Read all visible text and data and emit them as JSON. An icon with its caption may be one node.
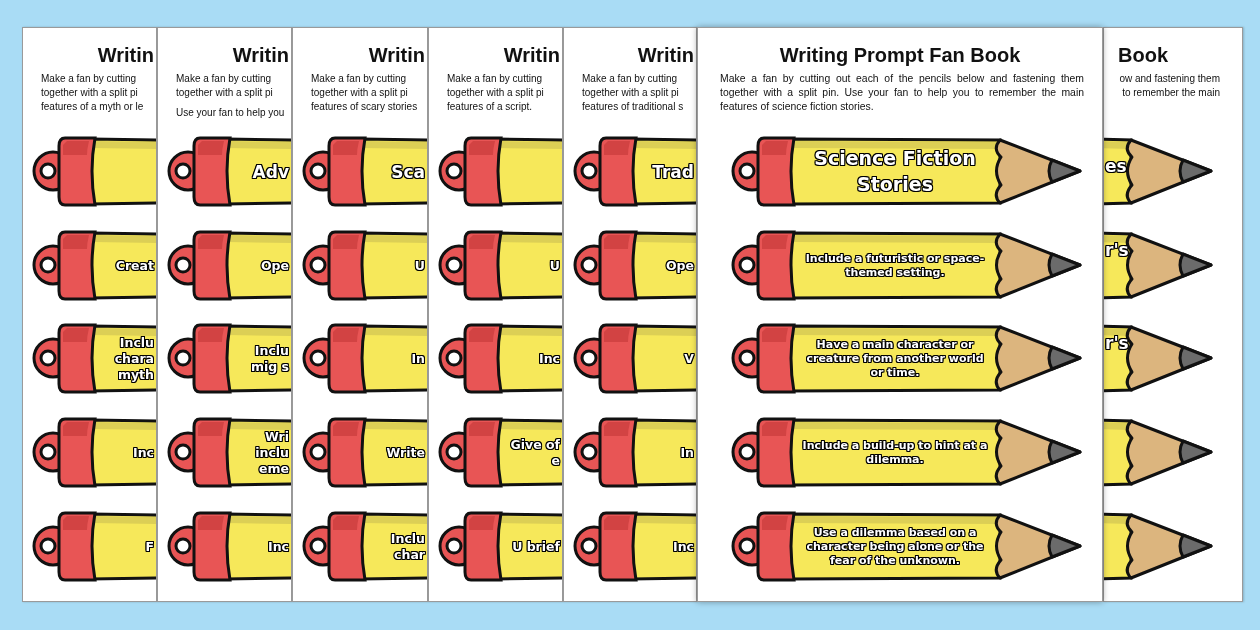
{
  "diagram": {
    "nodes": [
      {
        "text": [
          "Writin",
          "Make a fan by cutting together with a split pi features of a myth or le"
        ]
      },
      {
        "text": [],
        "shape": "pencil",
        "in": 0
      },
      {
        "text": [
          "Creat"
        ],
        "in": 0
      },
      {
        "text": [
          "Inclu chara myth"
        ],
        "in": 0
      },
      {
        "text": [
          "Inc"
        ],
        "in": 0
      },
      {
        "text": [
          "F"
        ],
        "in": 0
      },
      {
        "text": [
          "Writin",
          "Make a fan by cutting together with a split pi",
          "Use your fan to help you"
        ]
      },
      {
        "text": [
          "Adv"
        ],
        "in": 6
      },
      {
        "text": [
          "Ope"
        ],
        "in": 6
      },
      {
        "text": [
          "Inclu mig s"
        ],
        "in": 6
      },
      {
        "text": [
          "Wri inclu eme"
        ],
        "in": 6
      },
      {
        "text": [
          "Inc"
        ],
        "in": 6
      },
      {
        "text": [
          "Writin",
          "Make a fan by cutting together with a split pi features of scary stories"
        ]
      },
      {
        "text": [
          "Sca"
        ],
        "in": 12
      },
      {
        "text": [
          "U"
        ],
        "in": 12
      },
      {
        "text": [
          "In"
        ],
        "in": 12
      },
      {
        "text": [
          "Write"
        ],
        "in": 12
      },
      {
        "text": [
          "Inclu char"
        ],
        "in": 12
      },
      {
        "text": [
          "Writin",
          "Make a fan by cutting together with a split pi features of a script."
        ]
      },
      {
        "text": [],
        "shape": "pencil",
        "in": 18
      },
      {
        "text": [
          "U"
        ],
        "in": 18
      },
      {
        "text": [
          "Inc"
        ],
        "in": 18
      },
      {
        "text": [
          "Give of e"
        ],
        "in": 18
      },
      {
        "text": [
          "U brief"
        ],
        "in": 18
      },
      {
        "text": [
          "Writin",
          "Make a fan by cutting together with a split pi features of traditional s"
        ]
      },
      {
        "text": [
          "Trad"
        ],
        "in": 24
      },
      {
        "text": [
          "Ope"
        ],
        "in": 24
      },
      {
        "text": [
          "V"
        ],
        "in": 24
      },
      {
        "text": [
          "In"
        ],
        "in": 24
      },
      {
        "text": [
          "Inc"
        ],
        "in": 24
      },
      {
        "text": [
          "Writing Prompt Fan Book",
          "Make a fan by cutting out each of the pencils below and fastening them together with a split pin. Use your fan to help you to remember the main features of science fiction stories."
        ]
      },
      {
        "text": [
          "Science Fiction Stories"
        ],
        "in": 30
      },
      {
        "text": [
          "Include a futuristic or space-themed setting."
        ],
        "in": 30
      },
      {
        "text": [
          "Have a main character or creature from another world or time."
        ],
        "in": 30
      },
      {
        "text": [
          "Include a build-up to hint at a dilemma."
        ],
        "in": 30
      },
      {
        "text": [
          "Use a dilemma based on a character being alone or the fear of the unknown."
        ],
        "in": 30
      },
      {
        "text": [
          "Book",
          "ow and fastening them to remember the main"
        ]
      },
      {
        "text": [
          "es"
        ],
        "in": 36
      },
      {
        "text": [
          "r's"
        ],
        "in": 36
      },
      {
        "text": [
          "r's"
        ],
        "in": 36
      },
      {
        "text": [],
        "shape": "pencil",
        "in": 36
      },
      {
        "text": [],
        "shape": "pencil",
        "in": 36
      }
    ]
  }
}
